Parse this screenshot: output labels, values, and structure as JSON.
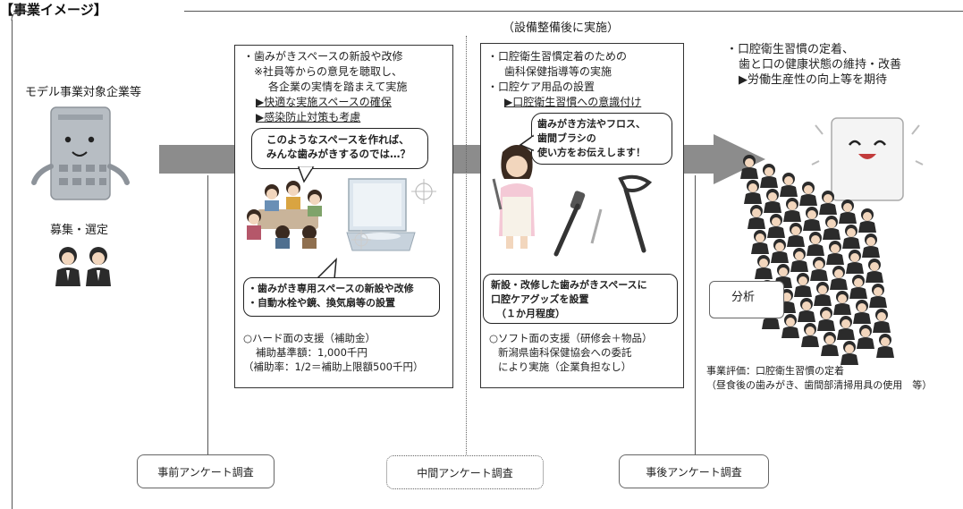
{
  "header": {
    "title": "【事業イメージ】"
  },
  "left": {
    "target_label": "モデル事業対象企業等",
    "recruit_label": "募集・選定"
  },
  "mid_note": "（設備整備後に実施）",
  "hard_box": {
    "lines": [
      "・歯みがきスペースの新設や改修",
      "※社員等からの意見を聴取し、",
      "各企業の実情を踏まえて実施",
      "▶快適な実施スペースの確保",
      "▶感染防止対策も考慮"
    ],
    "bubble_top": [
      "このようなスペースを作れば、",
      "みんな歯みがきするのでは…？"
    ],
    "bubble_bottom": [
      "・歯みがき専用スペースの新設や改修",
      "・自動水栓や鏡、換気扇等の設置"
    ],
    "support": [
      "○ハード面の支援（補助金）",
      "補助基準額：1,000千円",
      "（補助率：1/2＝補助上限額500千円）"
    ]
  },
  "soft_box": {
    "lines": [
      "・口腔衛生習慣定着のための",
      "歯科保健指導等の実施",
      "・口腔ケア用品の設置",
      "▶口腔衛生習慣への意識付け"
    ],
    "bubble_top": [
      "歯みがき方法やフロス、",
      "歯間ブラシの",
      "使い方をお伝えします！"
    ],
    "bubble_bottom": [
      "新設・改修した歯みがきスペースに",
      "口腔ケアグッズを設置",
      "（１か月程度）"
    ],
    "support": [
      "○ソフト面の支援（研修会＋物品）",
      "新潟県歯科保健協会への委託",
      "により実施（企業負担なし）"
    ]
  },
  "right": {
    "goals": [
      "・口腔衛生習慣の定着、",
      "歯と口の健康状態の維持・改善",
      "▶労働生産性の向上等を期待"
    ],
    "analysis_label": "分析",
    "eval": [
      "事業評価：口腔衛生習慣の定着",
      "（昼食後の歯みがき、歯間部清掃用具の使用　等）"
    ]
  },
  "surveys": {
    "pre": "事前アンケート調査",
    "mid": "中間アンケート調査",
    "post": "事後アンケート調査"
  },
  "colors": {
    "arrow": "#8c8c8c",
    "building": "#9aa1a8",
    "line": "#555555"
  }
}
